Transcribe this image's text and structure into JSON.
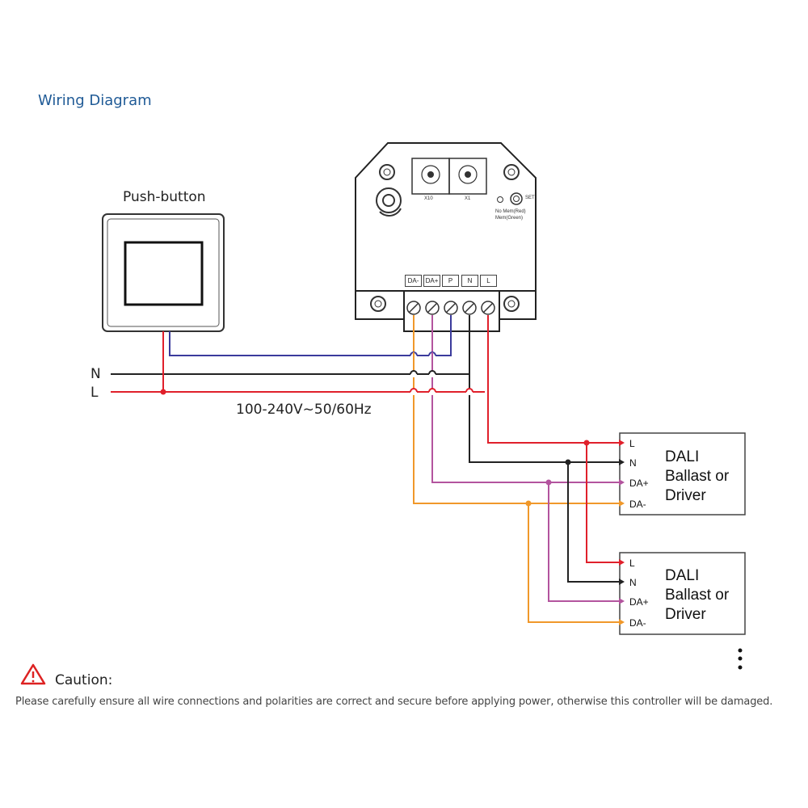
{
  "title": "Wiring Diagram",
  "push_button": {
    "label": "Push-button"
  },
  "mains": {
    "n_label": "N",
    "l_label": "L",
    "voltage": "100-240V~50/60Hz"
  },
  "controller": {
    "terminals": [
      "DA-",
      "DA+",
      "P",
      "N",
      "L"
    ],
    "dial_tens": "X10",
    "dial_ones": "X1",
    "set_label": "SET",
    "led_red": "No Mem(Red)",
    "led_green": "Mem(Green)"
  },
  "drivers": [
    {
      "line1": "DALI",
      "line2": "Ballast or",
      "line3": "Driver",
      "pins": [
        "L",
        "N",
        "DA+",
        "DA-"
      ]
    },
    {
      "line1": "DALI",
      "line2": "Ballast or",
      "line3": "Driver",
      "pins": [
        "L",
        "N",
        "DA+",
        "DA-"
      ]
    }
  ],
  "caution": {
    "title": "Caution:",
    "text": "Please carefully ensure all wire connections and polarities are correct and secure before applying power, otherwise this controller will be damaged."
  },
  "colors": {
    "L": "#e0202b",
    "N": "#222222",
    "P": "#3b3b9c",
    "DA+": "#b3549e",
    "DA-": "#f0982a",
    "title": "#1f5a96"
  },
  "icons": {
    "caution": "warning-triangle-icon",
    "more": "more-vertical-icon"
  }
}
